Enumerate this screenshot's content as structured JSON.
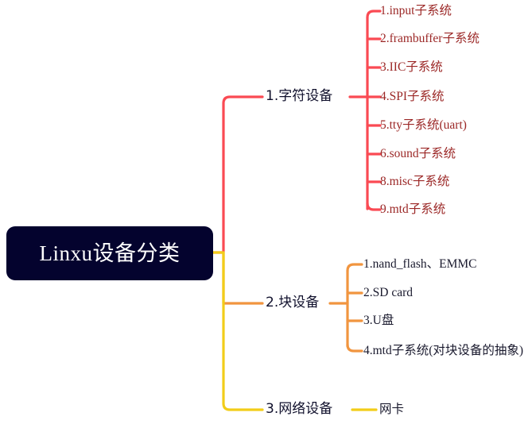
{
  "diagram": {
    "type": "mindmap",
    "title": "Linxu设备分类",
    "root": {
      "label": "Linxu设备分类",
      "background_color": "#04032e",
      "text_color": "#ffffff"
    },
    "branches": [
      {
        "id": "char-device",
        "label": "1.字符设备",
        "color": "#fa4a53",
        "leaf_text_color": "#9b2726",
        "children": [
          {
            "label": "1.input子系统"
          },
          {
            "label": "2.frambuffer子系统"
          },
          {
            "label": "3.IIC子系统"
          },
          {
            "label": "4.SPI子系统"
          },
          {
            "label": "5.tty子系统(uart)"
          },
          {
            "label": "6.sound子系统"
          },
          {
            "label": "8.misc子系统"
          },
          {
            "label": "9.mtd子系统"
          }
        ]
      },
      {
        "id": "block-device",
        "label": "2.块设备",
        "color": "#f1953f",
        "leaf_text_color": "#1a1a2e",
        "children": [
          {
            "label": "1.nand_flash、EMMC"
          },
          {
            "label": "2.SD card"
          },
          {
            "label": "3.U盘"
          },
          {
            "label": "4.mtd子系统(对块设备的抽象)"
          }
        ]
      },
      {
        "id": "network-device",
        "label": "3.网络设备",
        "color": "#f2cd19",
        "leaf_text_color": "#1a1a2e",
        "children": [
          {
            "label": "网卡"
          }
        ]
      }
    ]
  }
}
